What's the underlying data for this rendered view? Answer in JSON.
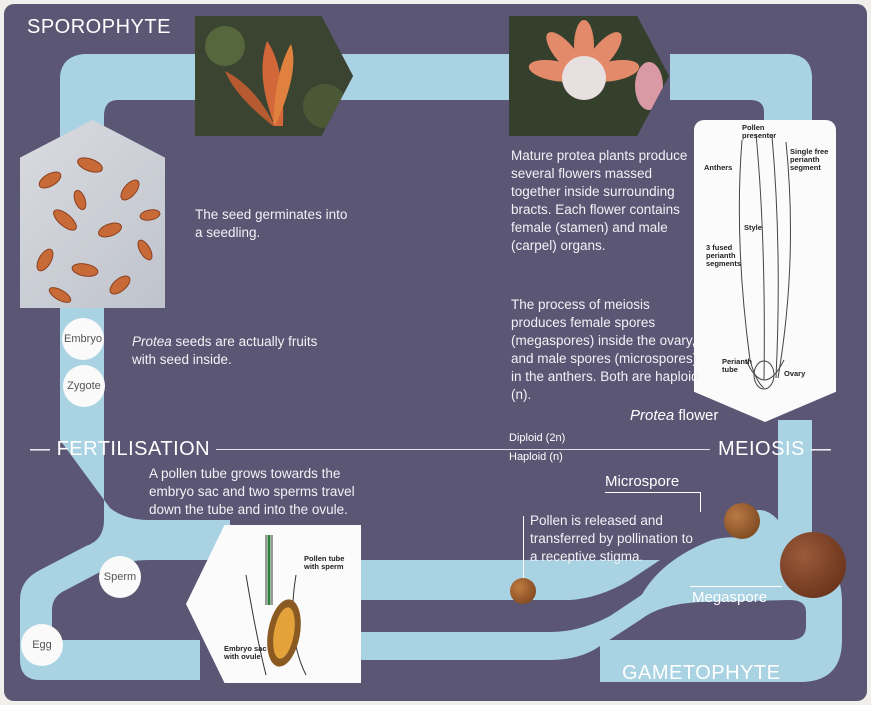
{
  "stages": {
    "sporophyte": "SPOROPHYTE",
    "fertilisation": "FERTILISATION",
    "meiosis": "MEIOSIS",
    "gametophyte": "GAMETOPHYTE"
  },
  "ploidy": {
    "diploid": "Diploid (2n)",
    "haploid": "Haploid (n)"
  },
  "texts": {
    "germinates": "The seed germinates into a seedling.",
    "seeds_italic": "Protea",
    "seeds_rest": " seeds are actually fruits with seed inside.",
    "mature": "Mature protea plants produce several flowers massed together inside surrounding bracts. Each flower contains female (stamen) and male (carpel) organs.",
    "meiosis_desc": "The process of meiosis produces female spores (megaspores) inside the ovary, and male spores (microspores) in the anthers. Both are haploid (n).",
    "pollen_tube": "A pollen tube grows towards the embryo sac and two sperms travel down the tube and into the ovule.",
    "pollen_released": "Pollen is released and transferred by pollination to a receptive stigma."
  },
  "labels": {
    "flower_caption_italic": "Protea",
    "flower_caption_rest": " flower",
    "microspore": "Microspore",
    "megaspore": "Megaspore"
  },
  "bubbles": {
    "embryo": "Embryo",
    "zygote": "Zygote",
    "sperm": "Sperm",
    "egg": "Egg"
  },
  "flower_diagram": {
    "pollen_presenter": "Pollen presenter",
    "single_free_perianth_segment": "Single free perianth segment",
    "anthers": "Anthers",
    "style": "Style",
    "fused_perianth_segments": "3 fused perianth segments",
    "perianth_tube": "Perianth tube",
    "ovary": "Ovary"
  },
  "ovule_diagram": {
    "pollen_tube_with_sperm": "Pollen tube with sperm",
    "embryo_sac_with_ovule": "Embryo sac with ovule"
  },
  "colors": {
    "background": "#5a5674",
    "path": "#a9d3e3",
    "text": "#ffffff"
  }
}
